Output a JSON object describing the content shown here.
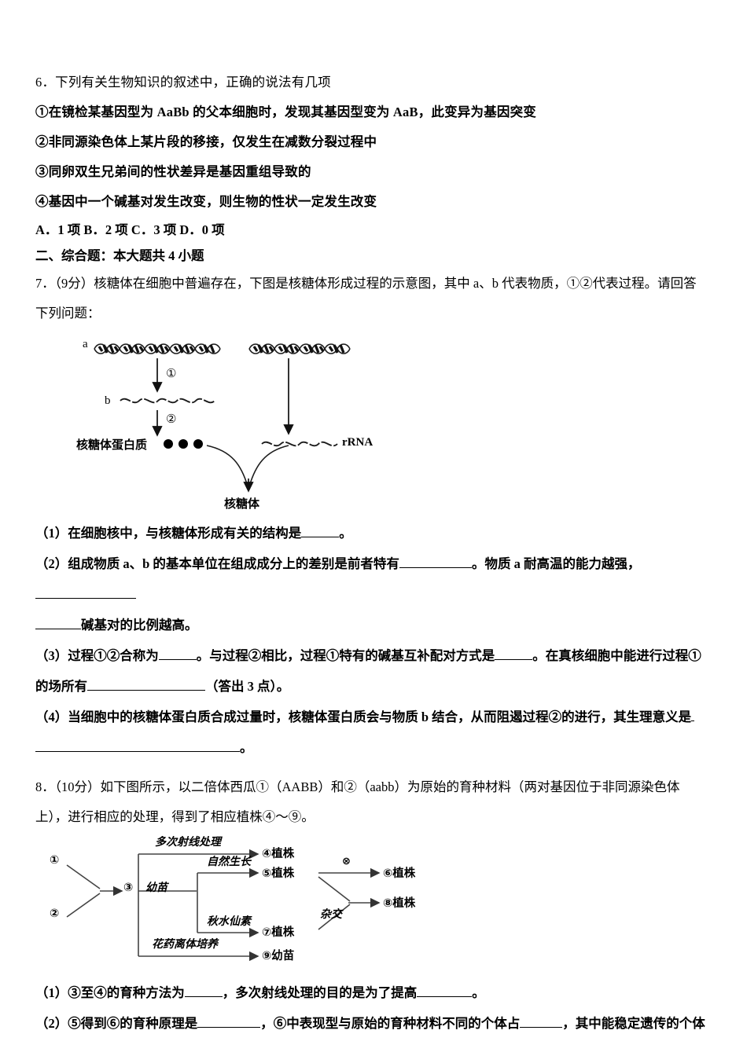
{
  "document": {
    "type": "exam-paper",
    "subject_language": "zh-CN"
  },
  "q6": {
    "stem": "6．下列有关生物知识的叙述中，正确的说法有几项",
    "items": [
      "①在镜检某基因型为 AaBb 的父本细胞时，发现其基因型变为 AaB，此变异为基因突变",
      "②非同源染色体上某片段的移接，仅发生在减数分裂过程中",
      "③同卵双生兄弟间的性状差异是基因重组导致的",
      "④基因中一个碱基对发生改变，则生物的性状一定发生改变"
    ],
    "choices": "A．1 项 B．2 项 C．3 项 D．0 项"
  },
  "section2": {
    "heading": "二、综合题：本大题共 4 小题"
  },
  "q7": {
    "stem_line1": "7．（9分）核糖体在细胞中普遍存在，下图是核糖体形成过程的示意图，其中 a、b 代表物质，①②代表过程。请回答",
    "stem_line2": "下列问题：",
    "figure": {
      "name": "ribosome-formation-diagram",
      "label_a": "a",
      "label_b": "b",
      "process1": "①",
      "process2": "②",
      "ribosomal_protein": "核糖体蛋白质",
      "rrna": "rRNA",
      "ribosome": "核糖体"
    },
    "sub1": "（1）在细胞核中，与核糖体形成有关的结构是",
    "sub1_tail": "。",
    "sub2_a": "（2）组成物质 a、b 的基本单位在组成成分上的差别是前者特有",
    "sub2_b": "。物质 a 耐高温的能力越强，",
    "sub2_c": "碱基对的比例越高。",
    "sub3_a": "（3）过程①②合称为",
    "sub3_b": "。与过程②相比，过程①特有的碱基互补配对方式是",
    "sub3_c": "。在真核细胞中能进行过程①",
    "sub3_d": "的场所有",
    "sub3_e": "（答出 3 点）。",
    "sub4_a": "（4）当细胞中的核糖体蛋白质合成过量时，核糖体蛋白质会与物质 b 结合，从而阻遏过程②的进行，其生理意义是",
    "sub4_b": "。"
  },
  "q8": {
    "stem_line1": "8．（10分）如下图所示，以二倍体西瓜①（AABB）和②（aabb）为原始的育种材料（两对基因位于非同源染色体",
    "stem_line2": "上），进行相应的处理，得到了相应植株④～⑨。",
    "figure": {
      "name": "breeding-flow-chart",
      "parent1": "①",
      "parent2": "②",
      "hybrid": "③",
      "seedling": "幼苗",
      "treatment_radiation": "多次射线处理",
      "treatment_natural": "自然生长",
      "treatment_colchicine": "秋水仙素",
      "treatment_anther": "花药离体培养",
      "cross_label": "杂交",
      "self_cross_symbol": "⊗",
      "node4": "④植株",
      "node5": "⑤植株",
      "node6": "⑥植株",
      "node7": "⑦植株",
      "node8": "⑧植株",
      "node9": "⑨幼苗"
    },
    "sub1_a": "（1）③至④的育种方法为",
    "sub1_b": "，多次射线处理的目的是为了提高",
    "sub1_c": "。",
    "sub2_a": "（2）⑤得到⑥的育种原理是",
    "sub2_b": "，⑥中表现型与原始的育种材料不同的个体占",
    "sub2_c": "，其中能稳定遗传的个体"
  }
}
